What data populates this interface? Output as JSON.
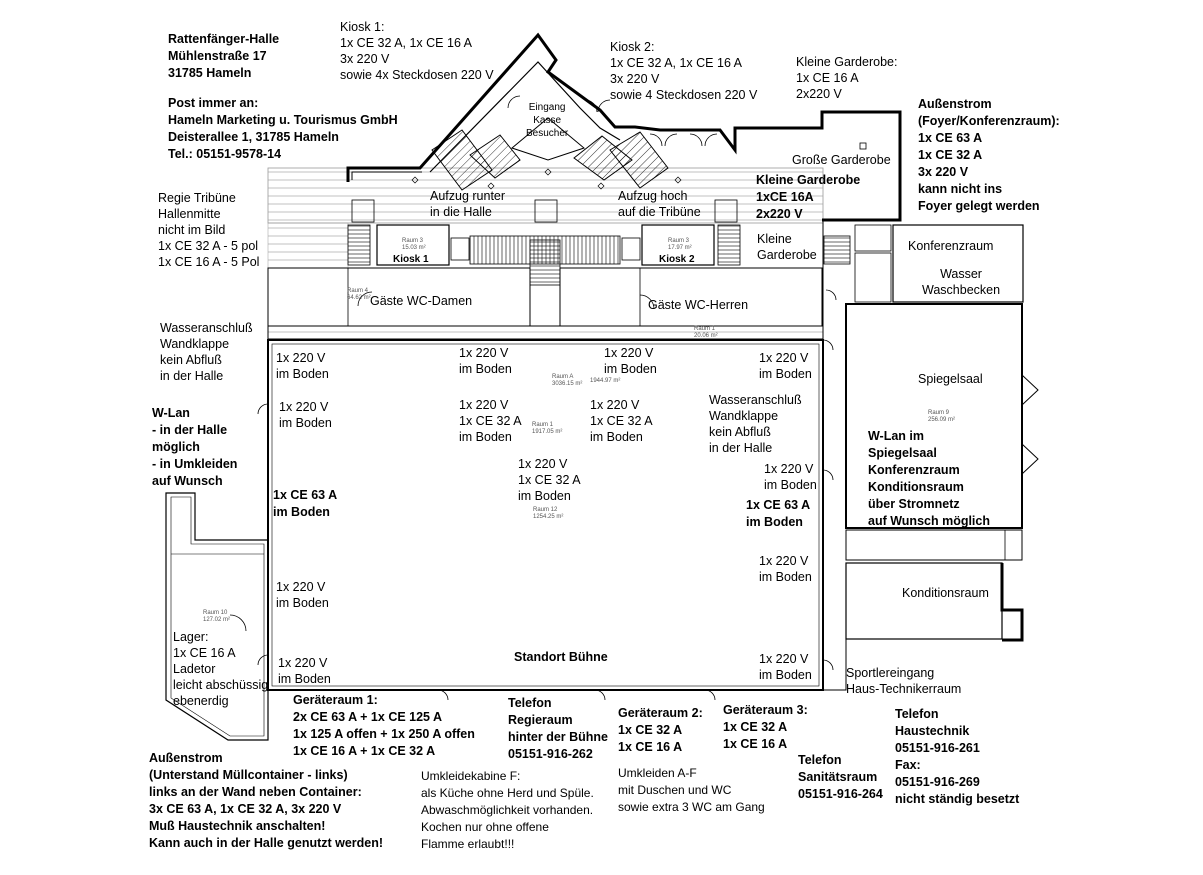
{
  "address": {
    "name": "Rattenfänger-Halle",
    "street": "Mühlenstraße 17",
    "city": "31785 Hameln",
    "post_label": "Post immer an:",
    "post_company": "Hameln Marketing u. Tourismus GmbH",
    "post_street": "Deisterallee 1, 31785 Hameln",
    "post_tel": "Tel.: 05151-9578-14"
  },
  "kiosk1_info": [
    "Kiosk 1:",
    "1x CE 32 A, 1x CE 16 A",
    "3x 220 V",
    "sowie 4x Steckdosen 220 V"
  ],
  "kiosk2_info": [
    "Kiosk 2:",
    "1x CE 32 A, 1x CE 16 A",
    "3x 220 V",
    "sowie 4 Steckdosen 220 V"
  ],
  "kleine_garderobe_top": [
    "Kleine Garderobe:",
    "1x CE 16 A",
    "2x220 V"
  ],
  "aussenstrom_foyer": [
    "Außenstrom",
    "(Foyer/Konferenzraum):",
    "1x CE 63 A",
    "1x CE 32 A",
    "3x 220 V",
    "kann nicht ins",
    "Foyer gelegt werden"
  ],
  "entrance": [
    "Eingang",
    "Kasse",
    "Besucher"
  ],
  "grosse_garderobe": "Große Garderobe",
  "kleine_garderobe_bold": [
    "Kleine Garderobe",
    "1xCE 16A",
    "2x220 V"
  ],
  "kleine_garderobe_room": [
    "Kleine",
    "Garderobe"
  ],
  "aufzug_runter": [
    "Aufzug runter",
    "in die Halle"
  ],
  "aufzug_hoch": [
    "Aufzug hoch",
    "auf die Tribüne"
  ],
  "regie": [
    "Regie Tribüne",
    "Hallenmitte",
    "nicht im Bild",
    "1x CE 32 A - 5 pol",
    "1x CE 16 A - 5 Pol"
  ],
  "kiosk1_label": "Kiosk 1",
  "kiosk2_label": "Kiosk 2",
  "gaeste_wc_damen": "Gäste WC-Damen",
  "gaeste_wc_herren": "Gäste WC-Herren",
  "konferenzraum": "Konferenzraum",
  "wasser": [
    "Wasser",
    "Waschbecken"
  ],
  "spiegelsaal": "Spiegelsaal",
  "wlan_spiegelsaal": [
    "W-Lan im",
    "Spiegelsaal",
    "Konferenzraum",
    "Konditionsraum",
    "über Stromnetz",
    "auf Wunsch möglich"
  ],
  "konditionsraum": "Konditionsraum",
  "sportlereingang": [
    "Sportlereingang",
    "Haus-Technikerraum"
  ],
  "wasseranschluss_left": [
    "Wasseranschluß",
    "Wandklappe",
    "kein Abfluß",
    "in der Halle"
  ],
  "wasseranschluss_right": [
    "Wasseranschluß",
    "Wandklappe",
    "kein Abfluß",
    "in der Halle"
  ],
  "wlan_halle": [
    "W-Lan",
    "- in der Halle",
    "möglich",
    "- in Umkleiden",
    "auf Wunsch"
  ],
  "hall_points": {
    "p1": [
      "1x 220 V",
      "im Boden"
    ],
    "p2": [
      "1x 220 V",
      "im Boden"
    ],
    "p3": [
      "1x 220 V",
      "im Boden"
    ],
    "p4": [
      "1x 220 V",
      "im Boden"
    ],
    "p5": [
      "1x 220 V",
      "im Boden"
    ],
    "p6": [
      "1x 220 V",
      "1x CE 32 A",
      "im Boden"
    ],
    "p7": [
      "1x 220 V",
      "1x CE 32 A",
      "im Boden"
    ],
    "p8": [
      "1x 220 V",
      "1x CE 32 A",
      "im Boden"
    ],
    "p9": [
      "1x 220 V",
      "im Boden"
    ],
    "p10": [
      "1x 220 V",
      "im Boden"
    ],
    "p11": [
      "1x 220 V",
      "im Boden"
    ],
    "p12": [
      "1x 220 V",
      "im Boden"
    ],
    "p13": [
      "1x 220 V",
      "im Boden"
    ]
  },
  "ce63_left": [
    "1x CE 63 A",
    "im Boden"
  ],
  "ce63_right": [
    "1x CE 63 A",
    "im Boden"
  ],
  "standort_buehne": "Standort Bühne",
  "lager": [
    "Lager:",
    "1x CE 16 A",
    "Ladetor",
    "leicht abschüssig",
    "ebenerdig"
  ],
  "geraeteraum1": [
    "Geräteraum 1:",
    "2x CE 63 A + 1x CE 125 A",
    "1x 125 A offen + 1x 250 A offen",
    "1x CE 16 A + 1x CE 32 A"
  ],
  "telefon_regie": [
    "Telefon",
    "Regieraum",
    "hinter der Bühne",
    "05151-916-262"
  ],
  "geraeteraum2": [
    "Geräteraum 2:",
    "1x CE 32 A",
    "1x CE 16 A"
  ],
  "geraeteraum3": [
    "Geräteraum 3:",
    "1x CE 32 A",
    "1x CE 16 A"
  ],
  "telefon_haustechnik": [
    "Telefon",
    "Haustechnik",
    "05151-916-261",
    "Fax:",
    "05151-916-269",
    "nicht ständig besetzt"
  ],
  "telefon_sanitaet": [
    "Telefon",
    "Sanitätsraum",
    "05151-916-264"
  ],
  "aussenstrom_muell": [
    "Außenstrom",
    "(Unterstand Müllcontainer - links)",
    "links an der Wand neben Container:",
    "3x CE 63 A, 1x CE 32 A, 3x 220 V",
    "Muß Haustechnik anschalten!",
    "Kann auch in der Halle genutzt werden!"
  ],
  "umkleide_f": [
    "Umkleidekabine F:",
    "als Küche ohne Herd und Spüle.",
    "Abwaschmöglichkeit vorhanden.",
    "Kochen nur ohne offene",
    "Flamme erlaubt!!!"
  ],
  "umkleiden_af": [
    "Umkleiden A-F",
    "mit Duschen und WC",
    "sowie extra 3 WC am Gang"
  ],
  "room_small_labels": {
    "r4": [
      "Raum 4",
      "64.62 m²"
    ],
    "r3a": [
      "Raum 3",
      "15.03 m²"
    ],
    "r3b": [
      "Raum 3",
      "17.97 m²"
    ],
    "r1": [
      "Raum 1",
      "20.06 m²"
    ],
    "rA": [
      "Raum A",
      "3036.15 m²"
    ],
    "rB": [
      "1944.97 m²"
    ],
    "rC": [
      "Raum 1",
      "1917.05 m²"
    ],
    "r12": [
      "Raum 12",
      "1254.25 m²"
    ],
    "r9": [
      "Raum 9",
      "256.09 m²"
    ],
    "r10": [
      "Raum 10",
      "127.02 m²"
    ]
  }
}
